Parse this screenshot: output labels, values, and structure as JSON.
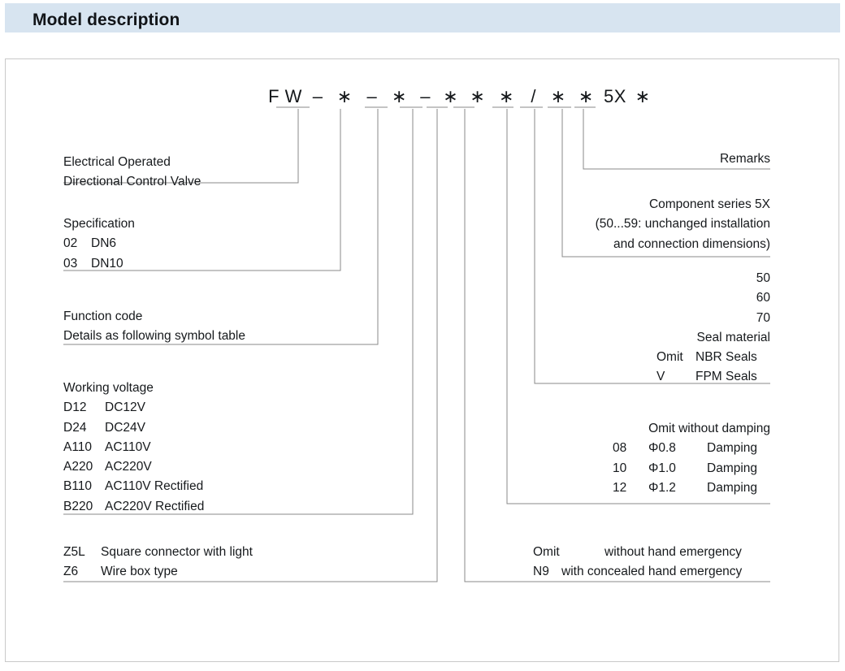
{
  "header": {
    "title": "Model description"
  },
  "model_code": {
    "segments": [
      "F W",
      "–",
      "∗",
      "–",
      "∗",
      "–",
      "∗",
      "∗",
      "∗",
      "/",
      "∗",
      "∗",
      "5X",
      "∗"
    ]
  },
  "blocks": {
    "valve_type": {
      "lines": [
        "Electrical Operated",
        "Directional Control Valve"
      ]
    },
    "specification": {
      "title": "Specification",
      "rows": [
        {
          "code": "02",
          "desc": "DN6"
        },
        {
          "code": "03",
          "desc": "DN10"
        }
      ]
    },
    "function_code": {
      "lines": [
        "Function code",
        "Details as following symbol table"
      ]
    },
    "working_voltage": {
      "title": "Working voltage",
      "rows": [
        {
          "code": "D12",
          "desc": "DC12V"
        },
        {
          "code": "D24",
          "desc": "DC24V"
        },
        {
          "code": "A110",
          "desc": "AC110V"
        },
        {
          "code": "A220",
          "desc": "AC220V"
        },
        {
          "code": "B110",
          "desc": "AC110V Rectified"
        },
        {
          "code": "B220",
          "desc": "AC220V Rectified"
        }
      ]
    },
    "connector": {
      "rows": [
        {
          "code": "Z5L",
          "desc": "Square connector with light"
        },
        {
          "code": "Z6",
          "desc": "Wire  box type"
        }
      ]
    },
    "remarks": {
      "label": "Remarks"
    },
    "component_series": {
      "lines": [
        "Component series 5X",
        "(50...59: unchanged installation",
        "and connection dimensions)"
      ]
    },
    "seal_material": {
      "numbers": [
        "50",
        "60",
        "70"
      ],
      "title": "Seal material",
      "rows": [
        {
          "code": "Omit",
          "desc": "NBR Seals"
        },
        {
          "code": "V",
          "desc": "FPM Seals"
        }
      ]
    },
    "damping": {
      "first": "Omit without damping",
      "rows": [
        {
          "code": "08",
          "dia": "Φ0.8",
          "desc": "Damping"
        },
        {
          "code": "10",
          "dia": "Φ1.0",
          "desc": "Damping"
        },
        {
          "code": "12",
          "dia": "Φ1.2",
          "desc": "Damping"
        }
      ]
    },
    "hand_emergency": {
      "rows": [
        {
          "code": "Omit",
          "desc": "without hand emergency"
        },
        {
          "code": "N9",
          "desc": "with concealed hand emergency"
        }
      ]
    }
  },
  "colors": {
    "header_bg": "#d7e4f0",
    "frame_border": "#c9c9c9",
    "leader_line": "#8a8a8a",
    "text": "#16191c"
  }
}
